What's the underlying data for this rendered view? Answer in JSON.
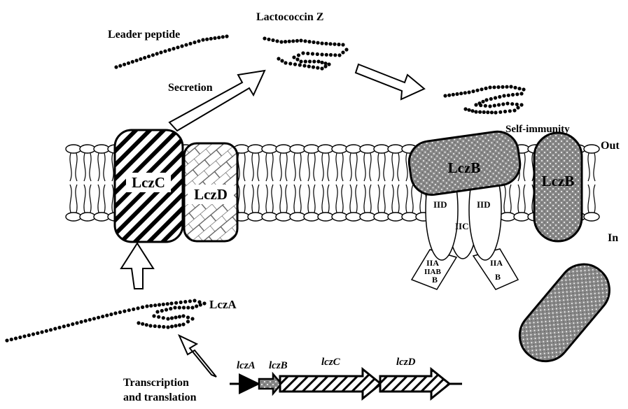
{
  "labels": {
    "lactococcin": "Lactococcin Z",
    "leader_peptide": "Leader peptide",
    "secretion": "Secretion",
    "self_immunity": "Self-immunity",
    "out": "Out",
    "in": "In",
    "lczA_peptide": "LczA",
    "transcription_line1": "Transcription",
    "transcription_line2": "and translation"
  },
  "proteins": {
    "lczC": "LczC",
    "lczD": "LczD",
    "lczB_receptor": "LczB",
    "lczB_membrane": "LczB"
  },
  "man_subunits": {
    "iid_left": "IID",
    "iid_right": "IID",
    "iic": "IIC",
    "iiab_left_a": "IIA",
    "iiab_left_b": "IIAB",
    "iiab_left_c": "B",
    "iiab_right_a": "IIA",
    "iiab_right_b": "B"
  },
  "genes": {
    "lczA": "lczA",
    "lczB": "lczB",
    "lczC": "lczC",
    "lczD": "lczD"
  }
}
